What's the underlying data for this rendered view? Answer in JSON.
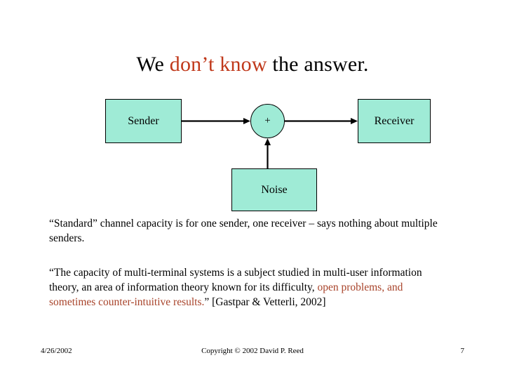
{
  "slide": {
    "background_color": "#ffffff",
    "title": {
      "part_black_1": "We ",
      "part_red": "don’t know",
      "part_black_2": " the answer.",
      "red_color": "#C0391B"
    }
  },
  "diagram": {
    "fill_color": "#9FEBD6",
    "border_color": "#000000",
    "sender_label": "Sender",
    "sum_label": "+",
    "receiver_label": "Receiver",
    "noise_label": "Noise"
  },
  "body": {
    "paragraph_1": "“Standard” channel capacity is for one sender, one receiver – says nothing about multiple senders.",
    "paragraph_2": {
      "black_1": "“The capacity of multi-terminal systems is a subject studied in multi-user information theory, an area of information theory known for its difficulty, ",
      "brick": "open problems, and sometimes counter-intuitive results.",
      "black_2": "” [Gastpar & Vetterli, 2002]",
      "brick_color": "#A8432A"
    }
  },
  "footer": {
    "date": "4/26/2002",
    "copyright": "Copyright © 2002 David P. Reed",
    "page_number": "7"
  }
}
